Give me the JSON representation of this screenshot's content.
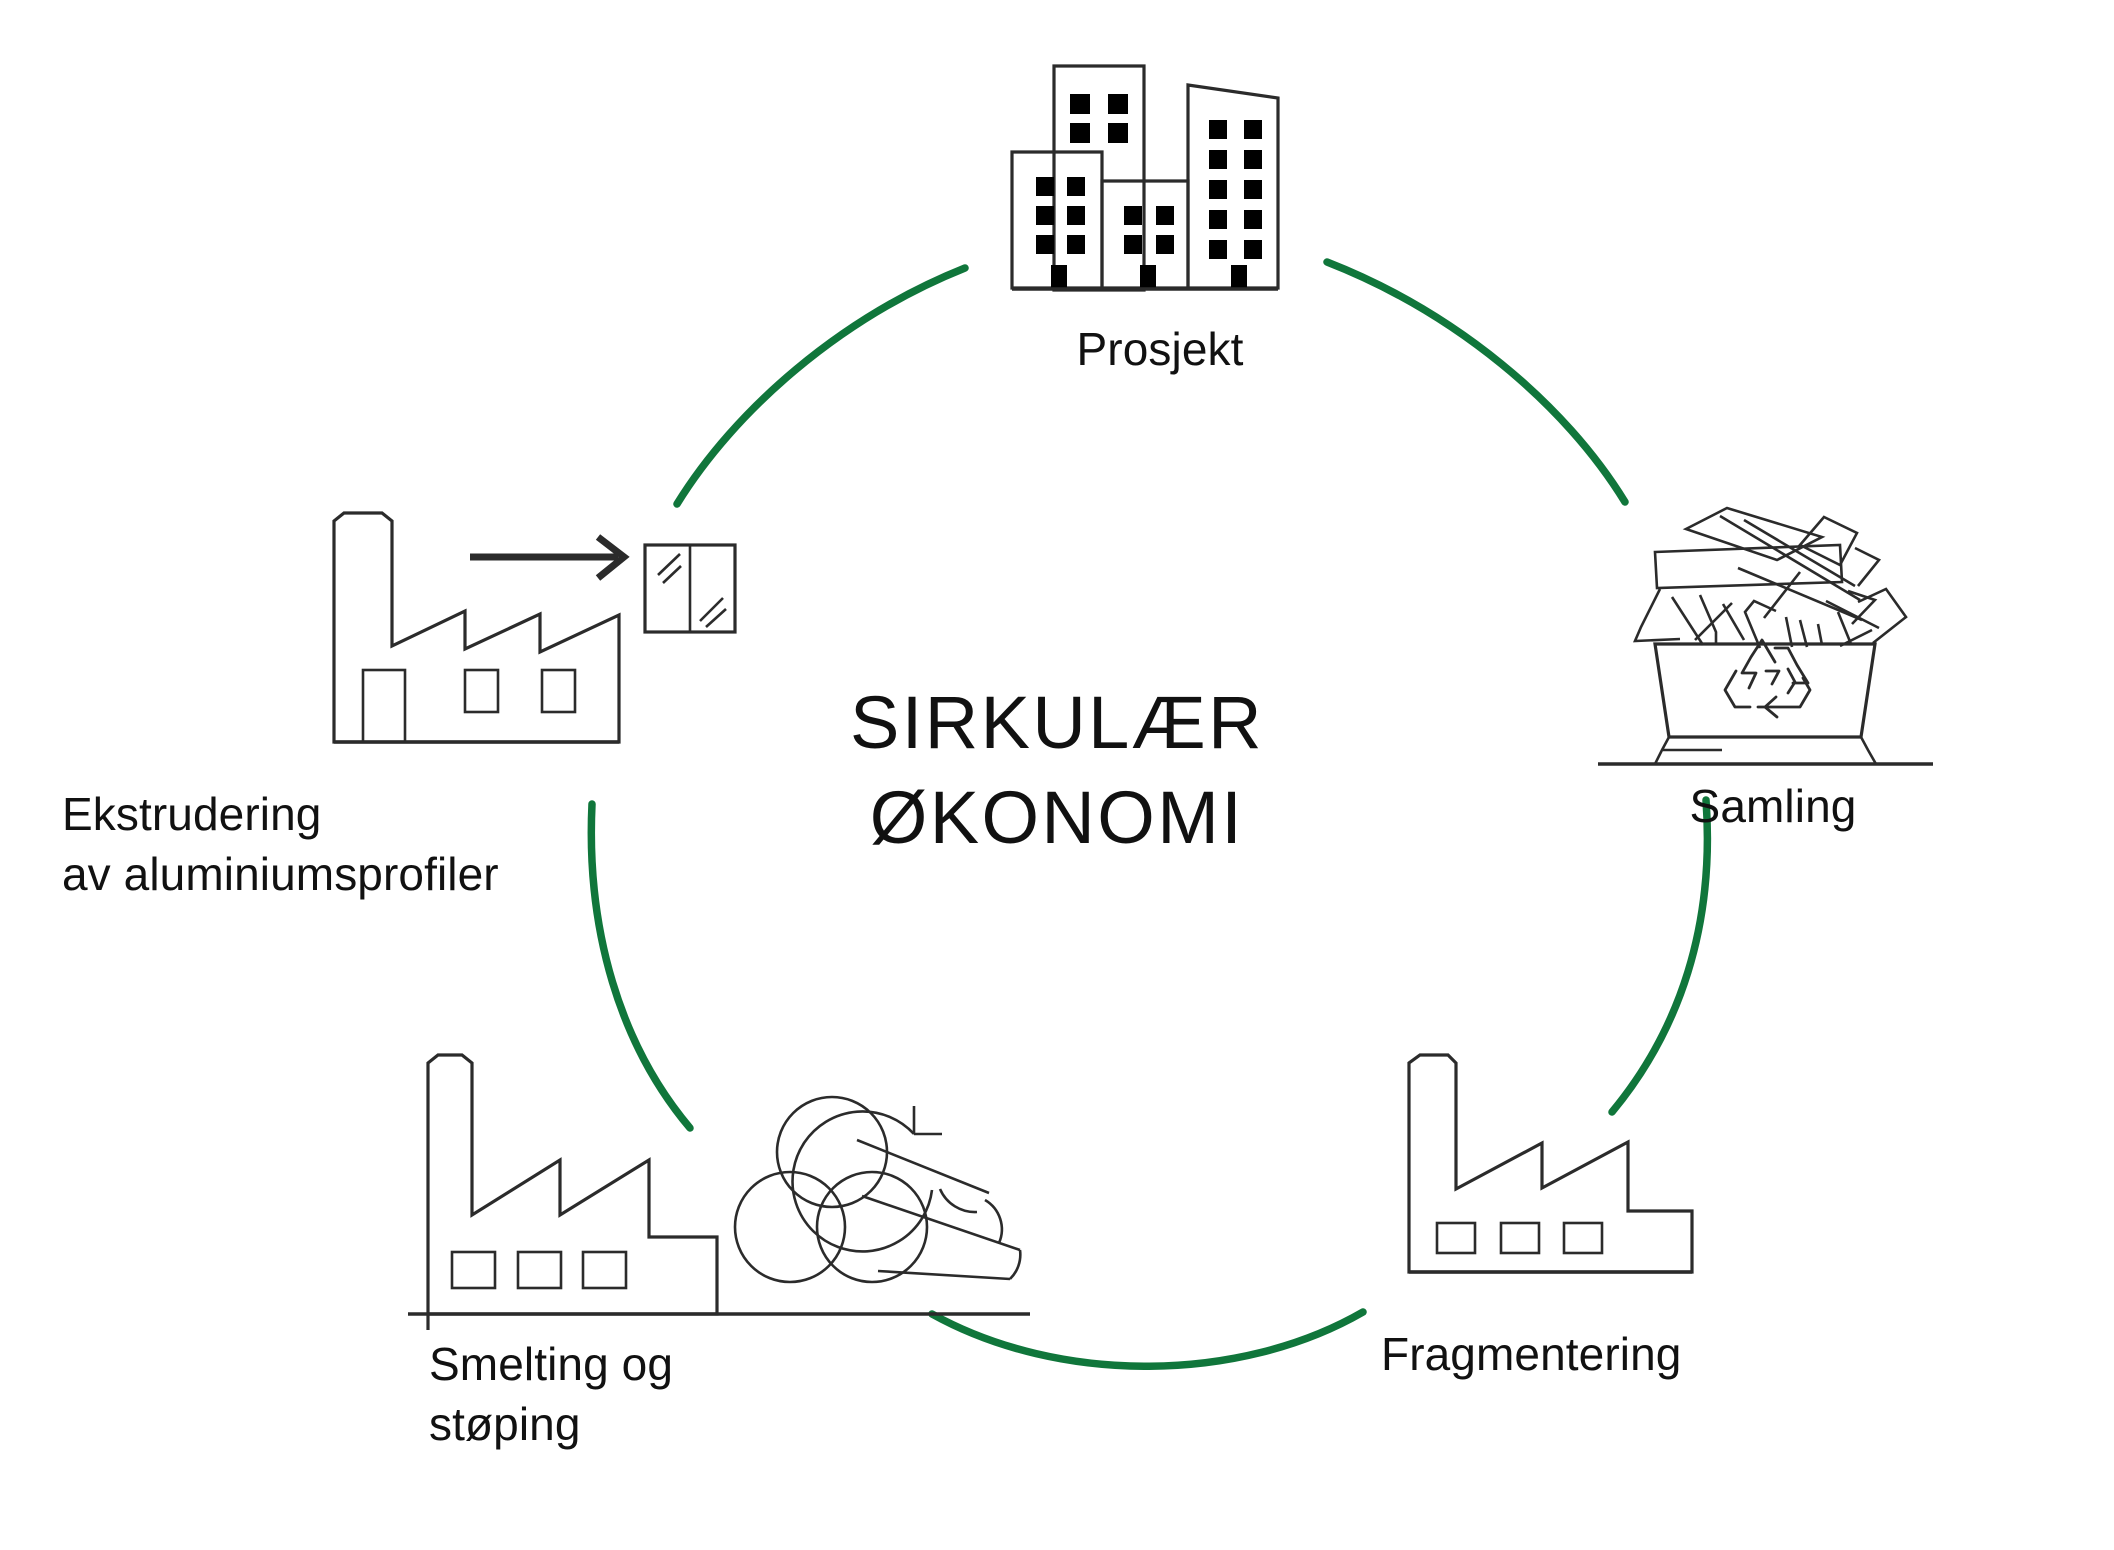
{
  "diagram": {
    "title_line1": "SIRKULÆR",
    "title_line2": "ØKONOMI",
    "accent_color": "#10763B",
    "ink_color": "#2b2b2b",
    "background_color": "#ffffff",
    "language": "Norwegian",
    "shape": "circular cycle with 5 stages connected by green arcs"
  },
  "stages": [
    {
      "id": "prosjekt",
      "label": "Prosjekt",
      "label_lines": [
        "Prosjekt"
      ],
      "icon": "city-buildings-icon",
      "position": "top",
      "order": 1
    },
    {
      "id": "samling",
      "label": "Samling",
      "label_lines": [
        "Samling"
      ],
      "icon": "recycling-container-icon",
      "position": "right",
      "order": 2
    },
    {
      "id": "fragmentering",
      "label": "Fragmentering",
      "label_lines": [
        "Fragmentering"
      ],
      "icon": "factory-icon",
      "position": "bottom-right",
      "order": 3
    },
    {
      "id": "smelting-og-stoping",
      "label": "Smelting og støping",
      "label_lines": [
        "Smelting og",
        "støping"
      ],
      "icon": "factory-with-billets-icon",
      "position": "bottom-left",
      "order": 4
    },
    {
      "id": "ekstrudering",
      "label": "Ekstrudering av aluminiumsprofiler",
      "label_lines": [
        "Ekstrudering",
        "av aluminiumsprofiler"
      ],
      "icon": "factory-with-window-profile-icon",
      "position": "left",
      "order": 5
    }
  ]
}
